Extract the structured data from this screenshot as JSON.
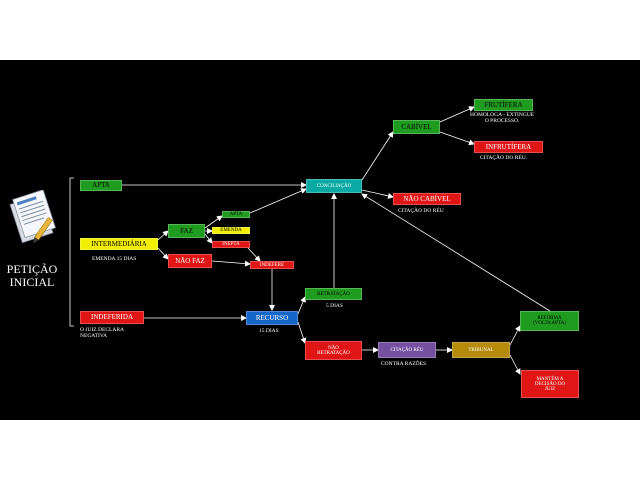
{
  "title": [
    "PETIÇÃO",
    "INICIAL"
  ],
  "icon": "document-with-pencil-icon",
  "colors": {
    "background": "#000000",
    "green": "#1f9b1f",
    "yellow": "#f2ee00",
    "red": "#e01515",
    "blue": "#1467c8",
    "teal": "#0aa9a3",
    "purple": "#7650a0",
    "gold": "#b68a0a"
  },
  "nodes": {
    "apta": "APTA",
    "intermediaria": "INTERMEDIÁRIA",
    "indeferida": "INDEFERIDA",
    "faz": "FAZ",
    "nao_faz": "NÃO FAZ",
    "apta_small": "APTA",
    "emenda": "EMENDA",
    "inepta": "INEPTA",
    "indefere": "INDEFERE",
    "recurso": "RECURSO",
    "retratacao": "RETRATAÇÃO",
    "nao_retratacao": [
      "NÃO",
      "RETRATAÇÃO"
    ],
    "conciliacao": "CONCILIAÇÃO",
    "cabivel": "CABÍVEL",
    "nao_cabivel": "NÃO CABÍVEL",
    "frutifera": "FRUTÍFERA",
    "infrutifera": "INFRUTÍFERA",
    "citacao_reu": "CITAÇÃO RÉU",
    "tribunal": "TRIBUNAL",
    "reforma": [
      "REFORMA",
      "(VOLTA APTA)"
    ],
    "mantem": [
      "MANTÉM A",
      "DECISÃO DO",
      "JUIZ"
    ]
  },
  "notes": {
    "emenda_15": "EMENDA 15 DIAS",
    "juiz_declara": [
      "O JUIZ DECLARA",
      "NEGATIVA"
    ],
    "recurso_15": "15 DIAS",
    "retratacao_5": "5 DIAS",
    "homologa": [
      "HOMOLOGA - EXTINGUE",
      "O PROCESSO."
    ],
    "citacao_reu_infrutifera": "CITAÇÃO DO RÉU.",
    "citacao_reu_nao_cabivel": "CITAÇÃO DO RÉU",
    "contra_razoes": "CONTRA RAZÕES"
  }
}
